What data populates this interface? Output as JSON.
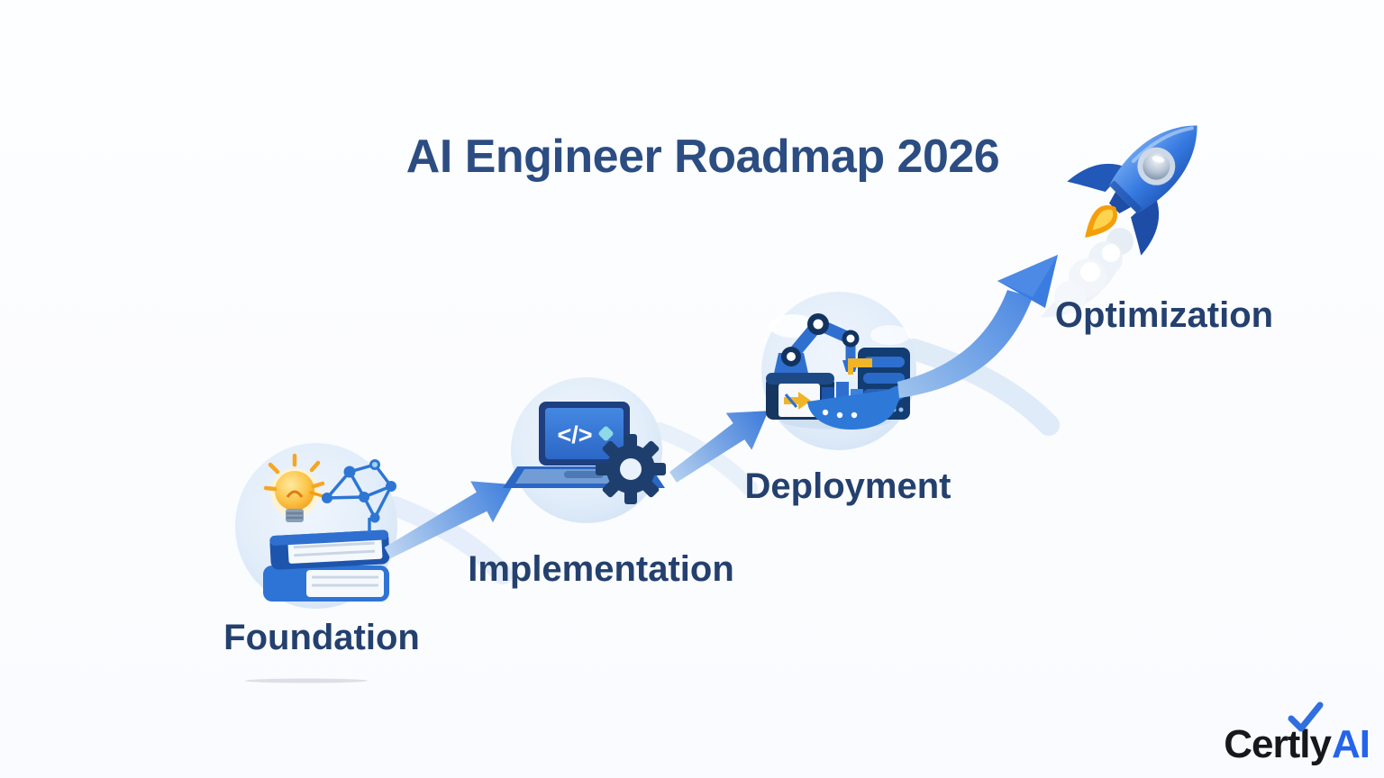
{
  "title": "AI Engineer Roadmap 2026",
  "stages": [
    {
      "label": "Foundation",
      "icon": "books-lightbulb-neural-network-icon"
    },
    {
      "label": "Implementation",
      "icon": "laptop-code-gear-icon",
      "screen_code": "</>"
    },
    {
      "label": "Deployment",
      "icon": "robot-arm-server-ship-icon"
    },
    {
      "label": "Optimization",
      "icon": "rocket-icon"
    }
  ],
  "logo": {
    "name_black": "Certly",
    "name_blue": "AI",
    "check_icon": "checkmark"
  },
  "colors": {
    "accent_blue": "#3b7fe0",
    "title_navy": "#2b4d82",
    "label_navy": "#24406e",
    "circle_fill": "#dfeafa",
    "flame_orange": "#f59e0b",
    "flame_yellow": "#ffd34d",
    "logo_black": "#17181c",
    "logo_blue": "#2563eb"
  }
}
